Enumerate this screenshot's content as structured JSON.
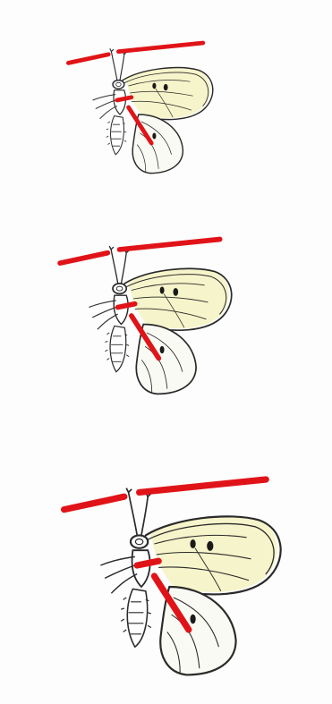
{
  "figures": [
    {
      "id": "small",
      "scale": "small"
    },
    {
      "id": "medium",
      "scale": "medium"
    },
    {
      "id": "large",
      "scale": "large"
    }
  ],
  "colors": {
    "ink": "#2a2a2a",
    "marker": "#e01418",
    "wing_tint": "#f3f0b8",
    "spot": "#1a1a1a",
    "paper": "#fdfdfd"
  }
}
